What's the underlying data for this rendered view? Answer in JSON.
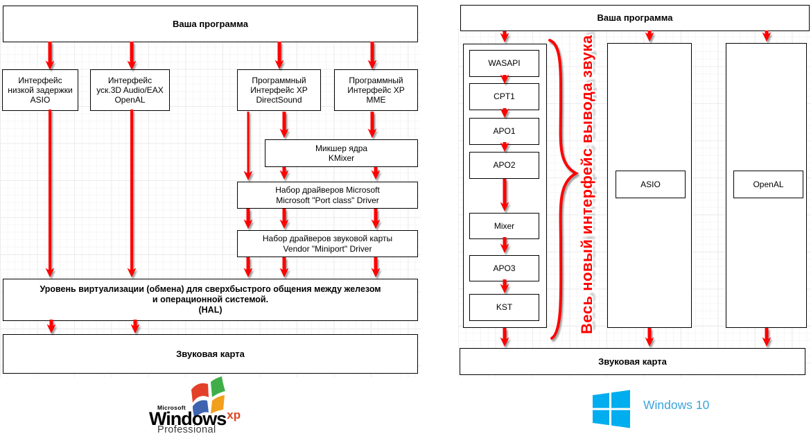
{
  "left_diagram": {
    "top_box": "Ваша программа",
    "api_boxes": [
      {
        "lines": [
          "Интерфейс",
          "низкой задержки",
          "ASIO"
        ]
      },
      {
        "lines": [
          "Интерфейс",
          "уск.3D Audio/EAX",
          "OpenAL"
        ]
      },
      {
        "lines": [
          "Программный",
          "Интерфейс XP",
          "DirectSound"
        ]
      },
      {
        "lines": [
          "Программный",
          "Интерфейс XP",
          "MME"
        ]
      }
    ],
    "kmixer_box": {
      "lines": [
        "Микшер ядра",
        "KMixer"
      ]
    },
    "portclass_box": {
      "lines": [
        "Набор драйверов Microsoft",
        "Microsoft \"Port class\" Driver"
      ]
    },
    "miniport_box": {
      "lines": [
        "Набор драйверов звуковой карты",
        "Vendor \"Miniport\" Driver"
      ]
    },
    "hal_box": {
      "lines": [
        "Уровень виртуализации (обмена) для сверхбыстрого общения между железом",
        "и операционной системой.",
        "(HAL)"
      ]
    },
    "soundcard_box": "Звуковая карта",
    "os_logo": {
      "microsoft": "Microsoft",
      "name": "Windows",
      "edition": "xp",
      "subtitle": "Professional"
    }
  },
  "right_diagram": {
    "top_box": "Ваша программа",
    "wasapi_stack": [
      "WASAPI",
      "CPT1",
      "APO1",
      "APO2",
      "Mixer",
      "APO3",
      "KST"
    ],
    "asio_box": "ASIO",
    "openal_box": "OpenAL",
    "brace_label": "Весь новый интерфейс вывода звука",
    "soundcard_box": "Звуковая карта",
    "os_logo": {
      "name": "Windows 10"
    }
  },
  "colors": {
    "arrow_red": "#fe0000",
    "brace_label_red": "#ff0000",
    "win10_blue": "#00adef",
    "win10_text_blue": "#3ba4db",
    "xp_red": "#e3402a",
    "xp_green": "#3fae49",
    "xp_blue": "#3e63af",
    "xp_yellow": "#f1a01e"
  }
}
